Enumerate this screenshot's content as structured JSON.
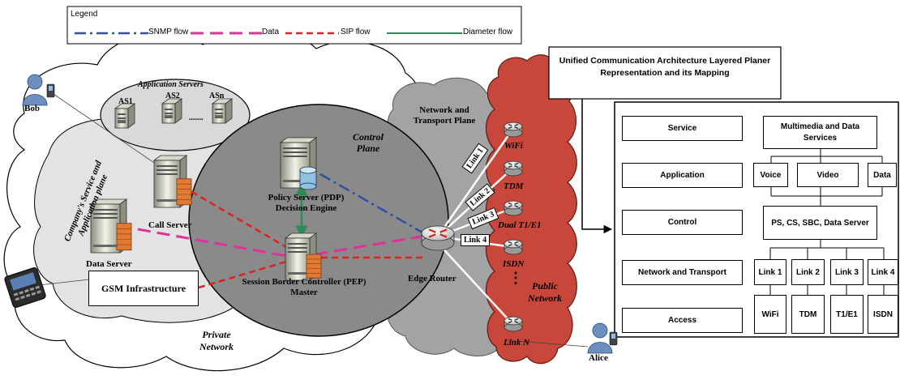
{
  "legend": {
    "title": "Legend",
    "items": [
      {
        "label": "SNMP flow",
        "color": "#2e4ea1",
        "style": "dashdot"
      },
      {
        "label": "Data",
        "color": "#e0309a",
        "style": "dash"
      },
      {
        "label": "SIP flow",
        "color": "#e02020",
        "style": "shortdash"
      },
      {
        "label": "Diameter flow",
        "color": "#2e8b57",
        "style": "solid"
      }
    ]
  },
  "people": {
    "bob": "Bob",
    "alice": "Alice"
  },
  "private_network": {
    "app_servers_title": "Application Servers",
    "as1": "AS1",
    "as2": "AS2",
    "asn": "ASn",
    "as_dots": ".......",
    "service_plane": "Company's Service and Application plane",
    "call_server": "Call Server",
    "data_server": "Data Server",
    "gsm": "GSM Infrastructure",
    "label": "Private Network"
  },
  "control": {
    "plane": "Control Plane",
    "pdp": "Policy Server (PDP) Decision Engine",
    "pep": "Session Border Controller (PEP) Master"
  },
  "transport": {
    "plane": "Network and Transport Plane",
    "edge_router": "Edge Router"
  },
  "links": [
    "Link 1",
    "Link 2",
    "Link 3",
    "Link 4"
  ],
  "public_network": {
    "label": "Public Network",
    "routers": [
      "WiFi",
      "TDM",
      "Dual T1/E1",
      "ISDN",
      "Link N"
    ],
    "dots": "⋮"
  },
  "architecture": {
    "title": "Unified Communication Architecture Layered Planer Representation and its Mapping",
    "layers": [
      "Service",
      "Application",
      "Control",
      "Network and Transport",
      "Access"
    ],
    "service_box": "Multimedia and Data Services",
    "application_boxes": [
      "Voice",
      "Video",
      "Data"
    ],
    "control_box": "PS, CS, SBC, Data Server",
    "transport_boxes": [
      "Link 1",
      "Link 2",
      "Link 3",
      "Link 4"
    ],
    "access_boxes": [
      "WiFi",
      "TDM",
      "T1/E1",
      "ISDN"
    ]
  }
}
